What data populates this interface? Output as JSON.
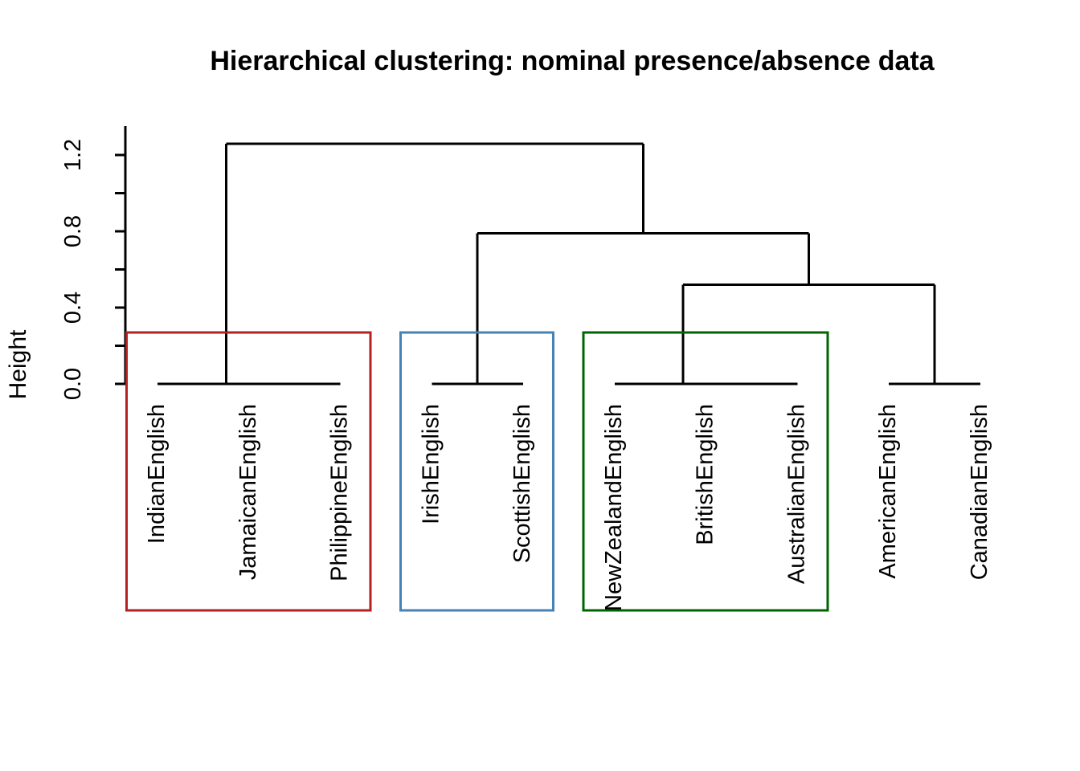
{
  "chart_data": {
    "type": "dendrogram",
    "title": "Hierarchical clustering: nominal presence/absence data",
    "ylabel": "Height",
    "ylim": [
      0,
      1.35
    ],
    "grid": false,
    "line_color": "#000000",
    "yticks": [
      {
        "value": 0.0,
        "label": "0.0"
      },
      {
        "value": 0.2,
        "label": ""
      },
      {
        "value": 0.4,
        "label": "0.4"
      },
      {
        "value": 0.6,
        "label": ""
      },
      {
        "value": 0.8,
        "label": "0.8"
      },
      {
        "value": 1.0,
        "label": ""
      },
      {
        "value": 1.2,
        "label": "1.2"
      }
    ],
    "leaves": [
      "IndianEnglish",
      "JamaicanEnglish",
      "PhilippineEnglish",
      "IrishEnglish",
      "ScottishEnglish",
      "NewZealandEnglish",
      "BritishEnglish",
      "AustralianEnglish",
      "AmericanEnglish",
      "CanadianEnglish"
    ],
    "merge_format": "negative = leaf index (1-based), positive = earlier merge row (1-based), third value = merge height",
    "merges": [
      [
        -2,
        -3,
        0
      ],
      [
        -1,
        1,
        0
      ],
      [
        -4,
        -5,
        0
      ],
      [
        -7,
        -8,
        0
      ],
      [
        -6,
        4,
        0
      ],
      [
        -9,
        -10,
        0
      ],
      [
        5,
        6,
        0.52
      ],
      [
        3,
        7,
        0.79
      ],
      [
        2,
        8,
        1.26
      ]
    ],
    "clusters": [
      {
        "from_leaf": 1,
        "to_leaf": 3,
        "color": "#B22222"
      },
      {
        "from_leaf": 4,
        "to_leaf": 5,
        "color": "#4682B4"
      },
      {
        "from_leaf": 6,
        "to_leaf": 8,
        "color": "#006400"
      }
    ]
  }
}
